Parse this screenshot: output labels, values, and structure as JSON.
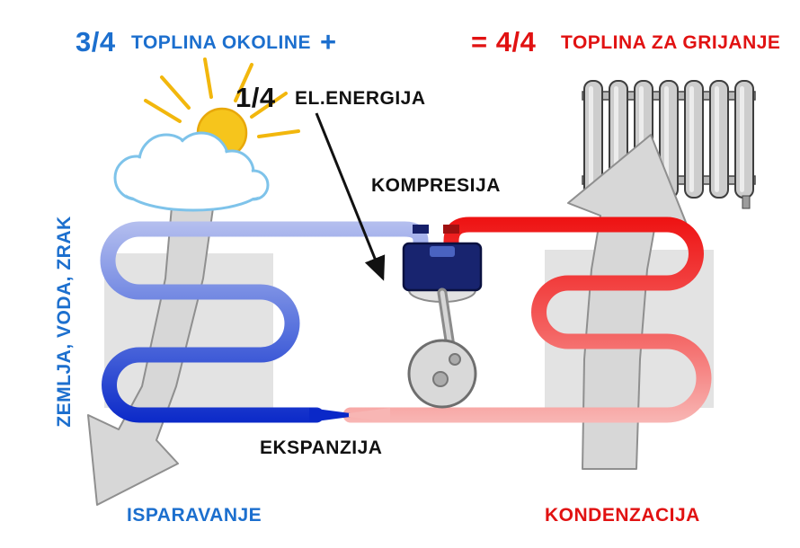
{
  "colors": {
    "blue": "#1c6fce",
    "red": "#e11212",
    "black": "#111111",
    "coil_cold_top": "#b6c0ef",
    "coil_cold_bottom": "#0a28c8",
    "coil_hot_top": "#ee1111",
    "coil_hot_bottom": "#f8b6b4"
  },
  "header": {
    "left_fraction": "3/4",
    "left_label": "TOPLINA OKOLINE",
    "plus": "+",
    "right_fraction": "= 4/4",
    "right_label": "TOPLINA ZA GRIJANJE"
  },
  "annotations": {
    "energy_fraction": "1/4",
    "energy_label": "EL.ENERGIJA",
    "compression": "KOMPRESIJA",
    "expansion": "EKSPANZIJA",
    "evaporation": "ISPARAVANJE",
    "condensation": "KONDENZACIJA",
    "source_label": "ZEMLJA, VODA, ZRAK"
  }
}
